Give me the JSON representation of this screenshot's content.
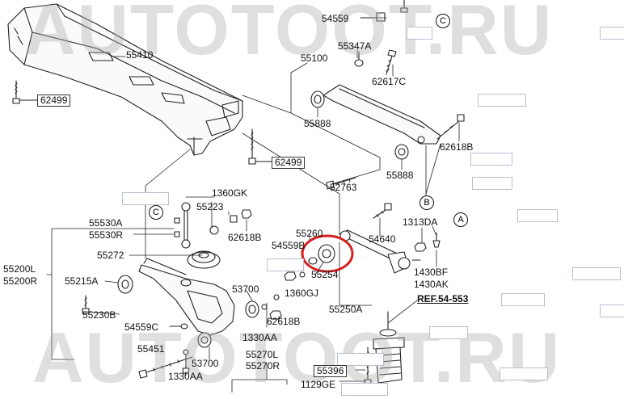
{
  "watermark": {
    "text": "AUTOTOOT.RU",
    "color": "#aaaaaa"
  },
  "callout_color": "#d42020",
  "refs": {
    "c_top": "C",
    "c_left": "C",
    "b": "B",
    "a": "A"
  },
  "labels": {
    "p54559_top": "54559",
    "p55347A": "55347A",
    "p55410": "55410",
    "p55100": "55100",
    "p62617C": "62617C",
    "p62499_left": "62499",
    "p55888_a": "55888",
    "p62618B_right": "62618B",
    "p62499_mid": "62499",
    "p55888_b": "55888",
    "p52763": "52763",
    "p1360GK": "1360GK",
    "p55223": "55223",
    "p55530A": "55530A",
    "p55530R": "55530R",
    "p62618B_mid": "62618B",
    "p55260": "55260",
    "p54640": "54640",
    "p1313DA": "1313DA",
    "p55272": "55272",
    "p54559B": "54559B",
    "p55200L": "55200L",
    "p55200R": "55200R",
    "p55215A": "55215A",
    "p55254": "55254",
    "p1430BF": "1430BF",
    "p1430AK": "1430AK",
    "p53700_a": "53700",
    "p1360GJ": "1360GJ",
    "p55250A": "55250A",
    "ref_54_553": "REF.54-553",
    "p55230B": "55230B",
    "p62618B_low": "62618B",
    "p54559C": "54559C",
    "p1330AA_a": "1330AA",
    "p55451": "55451",
    "p55270L": "55270L",
    "p55270R": "55270R",
    "p53700_b": "53700",
    "p55396": "55396",
    "p1330AA_b": "1330AA",
    "p1129GE": "1129GE"
  }
}
